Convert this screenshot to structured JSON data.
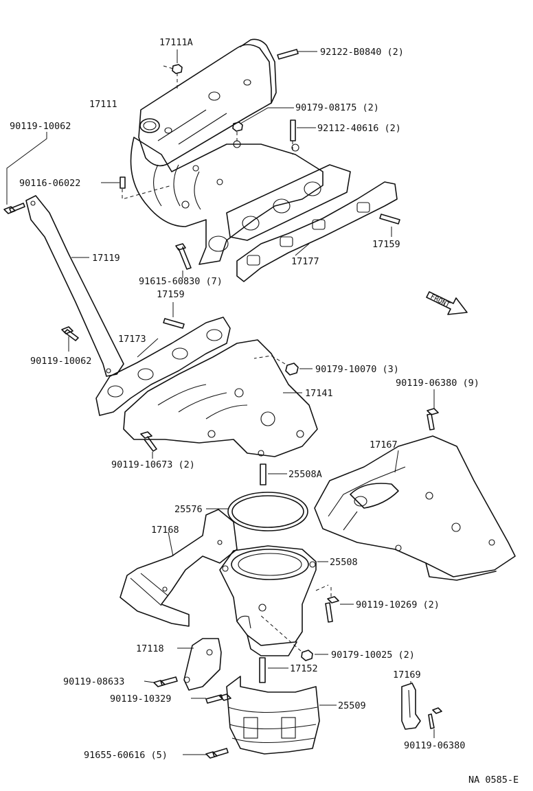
{
  "diagram": {
    "footer_code": "NA 0585-E",
    "front_arrow_text": "FRONT",
    "labels": {
      "l_17111A": "17111A",
      "l_92122": "92122-B0840 (2)",
      "l_17111": "17111",
      "l_90179_08175": "90179-08175 (2)",
      "l_92112": "92112-40616 (2)",
      "l_90119_10062_top": "90119-10062",
      "l_90116": "90116-06022",
      "l_17159_right": "17159",
      "l_17119": "17119",
      "l_17177": "17177",
      "l_91615": "91615-60830 (7)",
      "l_17159_mid": "17159",
      "l_17173": "17173",
      "l_90119_10062_low": "90119-10062",
      "l_90179_10070": "90179-10070 (3)",
      "l_17141": "17141",
      "l_90119_06380_9": "90119-06380 (9)",
      "l_17167": "17167",
      "l_90119_10673": "90119-10673 (2)",
      "l_25508A": "25508A",
      "l_25576": "25576",
      "l_17168": "17168",
      "l_25508": "25508",
      "l_90119_10269": "90119-10269 (2)",
      "l_17118": "17118",
      "l_90179_10025": "90179-10025 (2)",
      "l_90119_08633": "90119-08633",
      "l_17152": "17152",
      "l_90119_10329": "90119-10329",
      "l_25509": "25509",
      "l_17169": "17169",
      "l_91655": "91655-60616 (5)",
      "l_90119_06380": "90119-06380"
    }
  }
}
